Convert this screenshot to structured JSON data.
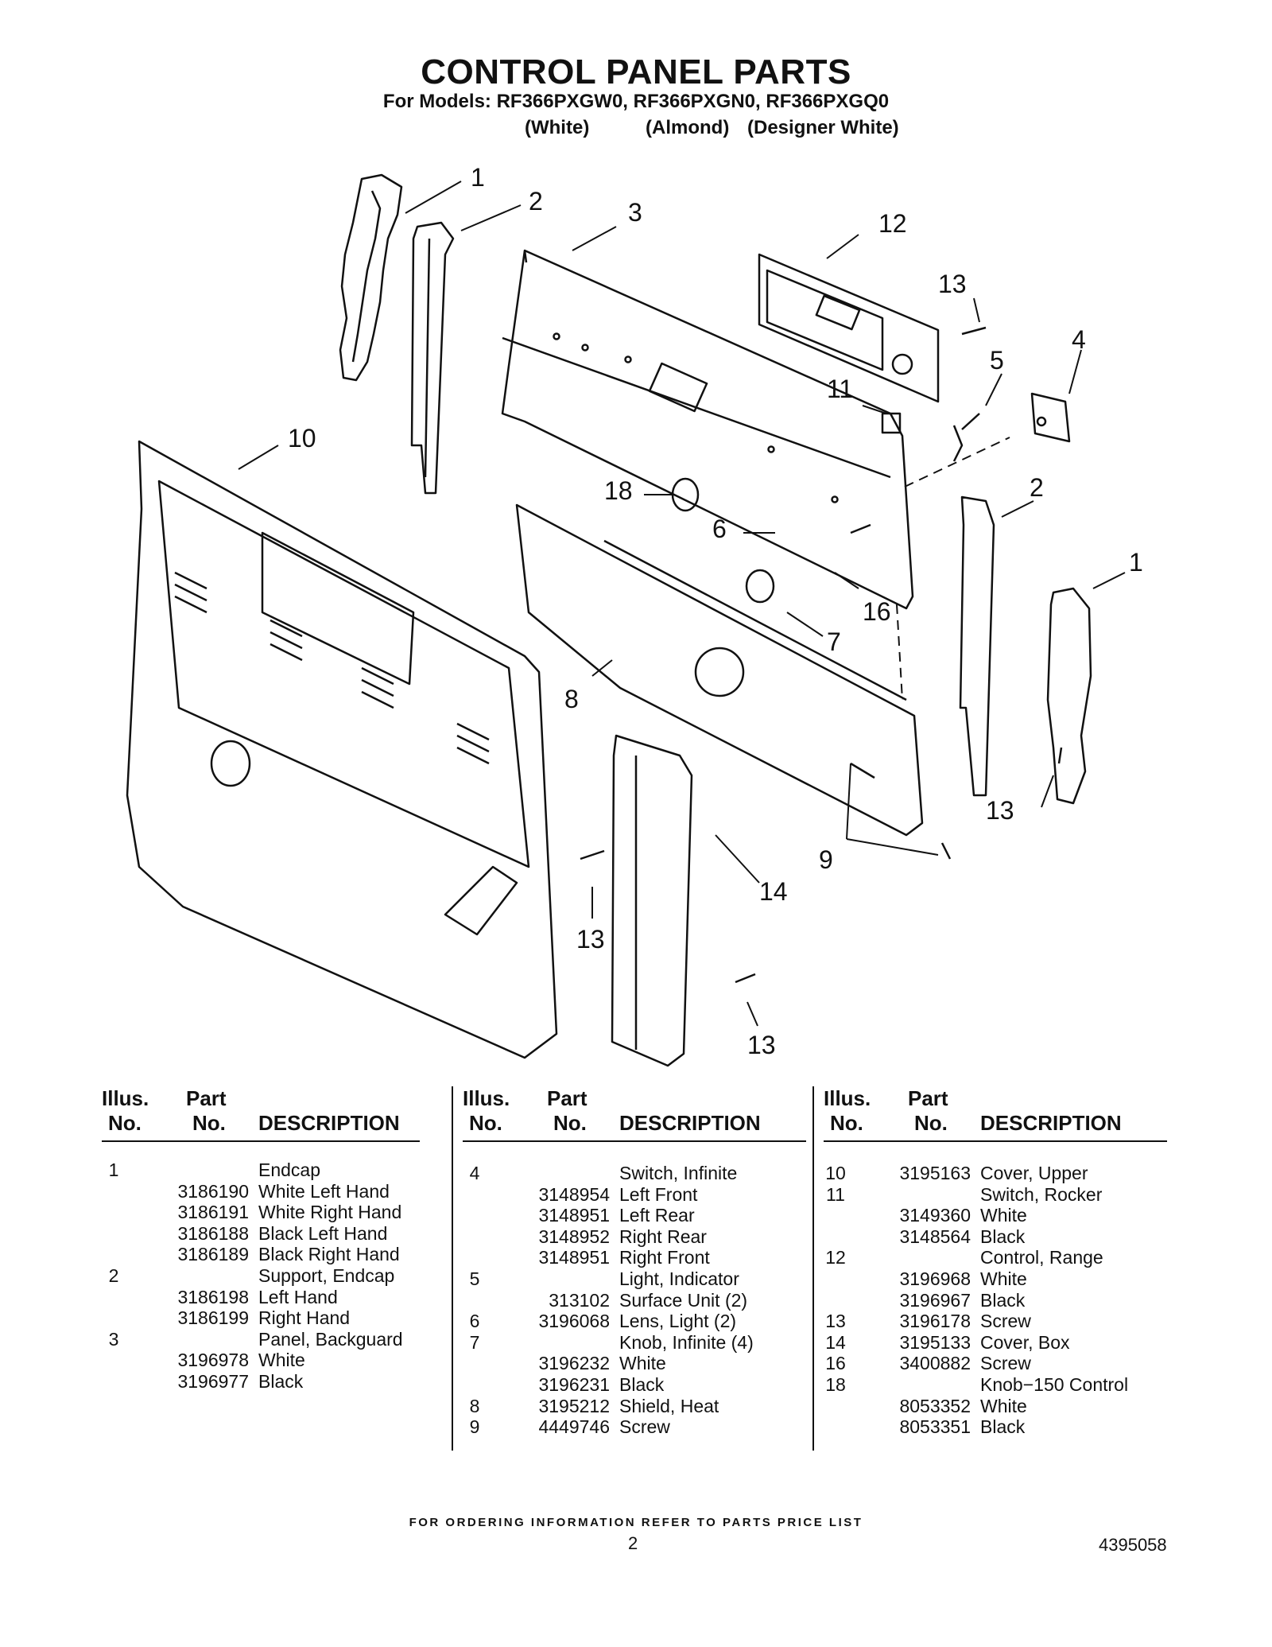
{
  "header": {
    "title": "CONTROL PANEL PARTS",
    "models": "For Models: RF366PXGW0, RF366PXGN0, RF366PXGQ0",
    "finishes": [
      "(White)",
      "(Almond)",
      "(Designer White)"
    ]
  },
  "diagram": {
    "callouts": [
      "1",
      "2",
      "3",
      "12",
      "13",
      "4",
      "5",
      "11",
      "10",
      "18",
      "6",
      "16",
      "2",
      "1",
      "7",
      "8",
      "13",
      "9",
      "14",
      "13",
      "13"
    ]
  },
  "table_headers": {
    "illus_line1": "Illus.",
    "illus_line2": "No.",
    "part_line1": "Part",
    "part_line2": "No.",
    "description": "DESCRIPTION"
  },
  "parts_columns": [
    [
      {
        "illus": "1",
        "part": "",
        "desc": "Endcap"
      },
      {
        "illus": "",
        "part": "3186190",
        "desc": "White Left Hand"
      },
      {
        "illus": "",
        "part": "3186191",
        "desc": "White Right Hand"
      },
      {
        "illus": "",
        "part": "3186188",
        "desc": "Black Left Hand"
      },
      {
        "illus": "",
        "part": "3186189",
        "desc": "Black Right Hand"
      },
      {
        "illus": "2",
        "part": "",
        "desc": "Support, Endcap"
      },
      {
        "illus": "",
        "part": "3186198",
        "desc": "Left Hand"
      },
      {
        "illus": "",
        "part": "3186199",
        "desc": "Right Hand"
      },
      {
        "illus": "3",
        "part": "",
        "desc": "Panel, Backguard"
      },
      {
        "illus": "",
        "part": "3196978",
        "desc": "White"
      },
      {
        "illus": "",
        "part": "3196977",
        "desc": "Black"
      }
    ],
    [
      {
        "illus": "4",
        "part": "",
        "desc": "Switch, Infinite"
      },
      {
        "illus": "",
        "part": "3148954",
        "desc": "Left Front"
      },
      {
        "illus": "",
        "part": "3148951",
        "desc": "Left Rear"
      },
      {
        "illus": "",
        "part": "3148952",
        "desc": "Right Rear"
      },
      {
        "illus": "",
        "part": "3148951",
        "desc": "Right Front"
      },
      {
        "illus": "5",
        "part": "",
        "desc": "Light, Indicator"
      },
      {
        "illus": "",
        "part": "313102",
        "desc": "Surface Unit (2)"
      },
      {
        "illus": "6",
        "part": "3196068",
        "desc": "Lens, Light (2)"
      },
      {
        "illus": "7",
        "part": "",
        "desc": "Knob, Infinite (4)"
      },
      {
        "illus": "",
        "part": "3196232",
        "desc": "White"
      },
      {
        "illus": "",
        "part": "3196231",
        "desc": "Black"
      },
      {
        "illus": "8",
        "part": "3195212",
        "desc": "Shield, Heat"
      },
      {
        "illus": "9",
        "part": "4449746",
        "desc": "Screw"
      }
    ],
    [
      {
        "illus": "10",
        "part": "3195163",
        "desc": "Cover, Upper"
      },
      {
        "illus": "11",
        "part": "",
        "desc": "Switch, Rocker"
      },
      {
        "illus": "",
        "part": "3149360",
        "desc": "White"
      },
      {
        "illus": "",
        "part": "3148564",
        "desc": "Black"
      },
      {
        "illus": "12",
        "part": "",
        "desc": "Control, Range"
      },
      {
        "illus": "",
        "part": "3196968",
        "desc": "White"
      },
      {
        "illus": "",
        "part": "3196967",
        "desc": "Black"
      },
      {
        "illus": "13",
        "part": "3196178",
        "desc": "Screw"
      },
      {
        "illus": "14",
        "part": "3195133",
        "desc": "Cover, Box"
      },
      {
        "illus": "16",
        "part": "3400882",
        "desc": "Screw"
      },
      {
        "illus": "18",
        "part": "",
        "desc": "Knob−150 Control"
      },
      {
        "illus": "",
        "part": "8053352",
        "desc": "White"
      },
      {
        "illus": "",
        "part": "8053351",
        "desc": "Black"
      }
    ]
  ],
  "footer": {
    "note": "FOR ORDERING INFORMATION REFER TO PARTS PRICE LIST",
    "page": "2",
    "doc_number": "4395058"
  }
}
